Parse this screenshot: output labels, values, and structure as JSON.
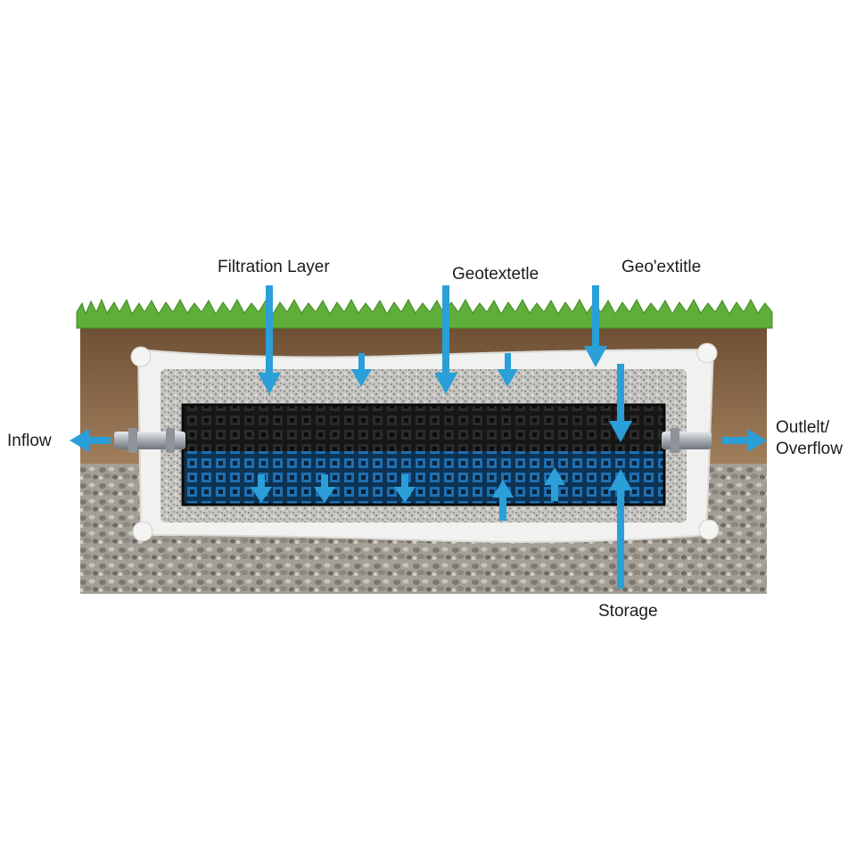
{
  "labels": {
    "filtration_layer": "Filtration Layer",
    "geotextile_1": "Geotextetle",
    "geotextile_2": "Geo'extitle",
    "inflow": "Inflow",
    "outlet_line1": "Outlelt/",
    "outlet_line2": "Overflow",
    "storage": "Storage"
  },
  "colors": {
    "arrow": "#2a9fd8",
    "grass": "#5fae3a",
    "soil": "#9b7651",
    "gravel": "#9a958d",
    "geotextile": "#f1f1ef",
    "module": "#1a1a1a",
    "water": "#1f6fb0",
    "pipe": "#b9bec3"
  },
  "icons": [
    "arrow-down-icon",
    "arrow-up-icon",
    "arrow-left-icon",
    "arrow-right-icon"
  ]
}
